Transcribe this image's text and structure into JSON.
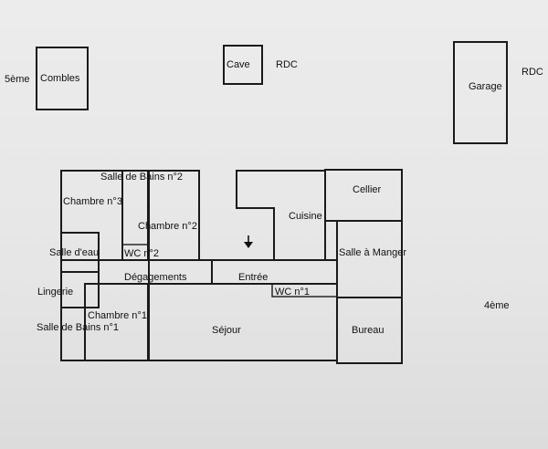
{
  "labels": {
    "level_5": "5ème",
    "level_4": "4ème",
    "rdc_cave": "RDC",
    "rdc_garage": "RDC"
  },
  "rooms": {
    "combles": "Combles",
    "cave": "Cave",
    "garage": "Garage",
    "salle_bains_2": "Salle de Bains n°2",
    "chambre_3": "Chambre n°3",
    "chambre_2": "Chambre n°2",
    "salle_eau": "Salle d'eau",
    "wc_2": "WC n°2",
    "degagements": "Dégagements",
    "entree": "Entrée",
    "lingerie": "Lingerie",
    "chambre_1": "Chambre n°1",
    "salle_bains_1": "Salle de Bains n°1",
    "wc_1": "WC n°1",
    "sejour": "Séjour",
    "cuisine": "Cuisine",
    "cellier": "Cellier",
    "salle_a_manger": "Salle à Manger",
    "bureau": "Bureau"
  },
  "icons": {
    "entrance": "arrow-down-icon"
  }
}
